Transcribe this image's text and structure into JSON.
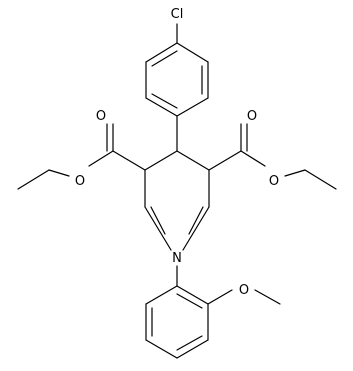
{
  "diagram": {
    "background": "#ffffff",
    "bond_color": "#000000",
    "labels": [
      {
        "id": "cl",
        "text": "Cl"
      },
      {
        "id": "o1",
        "text": "O"
      },
      {
        "id": "o2",
        "text": "O"
      },
      {
        "id": "o3",
        "text": "O"
      },
      {
        "id": "o4",
        "text": "O"
      },
      {
        "id": "n1",
        "text": "N"
      },
      {
        "id": "o5",
        "text": "O"
      }
    ]
  }
}
